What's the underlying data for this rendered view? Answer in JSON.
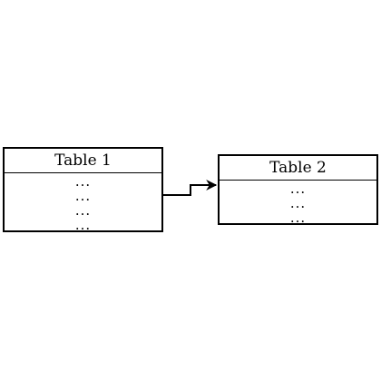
{
  "tables": [
    {
      "title": "Table 1",
      "rows": [
        "...",
        "...",
        "...",
        "..."
      ]
    },
    {
      "title": "Table 2",
      "rows": [
        "...",
        "...",
        "..."
      ]
    }
  ],
  "connector": {
    "from": "Table 1",
    "to": "Table 2",
    "arrow": "end",
    "color": "#000000"
  }
}
